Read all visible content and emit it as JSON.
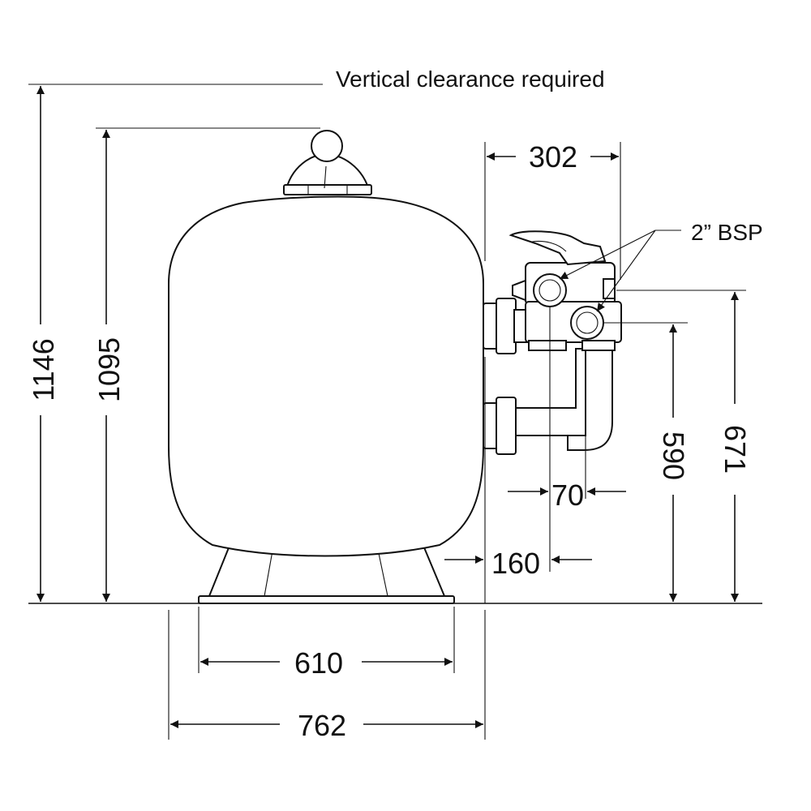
{
  "labels": {
    "vertical_clearance": "Vertical clearance required",
    "bsp": "2” BSP",
    "dim_1146": "1146",
    "dim_1095": "1095",
    "dim_302": "302",
    "dim_590": "590",
    "dim_671": "671",
    "dim_70": "70",
    "dim_160": "160",
    "dim_610": "610",
    "dim_762": "762"
  }
}
